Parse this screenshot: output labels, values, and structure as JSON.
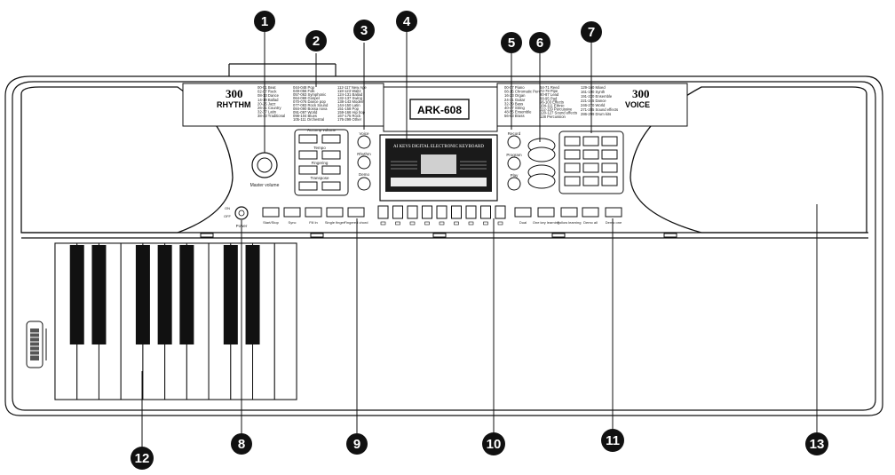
{
  "rhythm_panel": {
    "count": "300",
    "title": "RHYTHM",
    "list_col1": [
      "00-01 Beat",
      "02-07 Rock",
      "08-13 Dance",
      "14-19 Ballad",
      "20-25 Jazz",
      "26-31 Country",
      "32-37 Latin",
      "38-43 Traditional"
    ],
    "list_col2": [
      "044-048 Pop",
      "049-056 Folk",
      "057-063 Symphonic",
      "064-069 Gospel",
      "070-076 Dance pop",
      "077-083 Rock Sound",
      "084-090 Bossa nova",
      "091-097 World",
      "098-104 Blues",
      "105-111 Orchestral"
    ],
    "list_col3": [
      "112-117 New Age",
      "118-123 Waltz",
      "124-131 Ballad",
      "132-137 Swing",
      "138-143 Modern",
      "144-150 Latin",
      "151-158 Pop",
      "159-166 Hip hop",
      "167-175 Rock",
      "176-299 Other"
    ]
  },
  "voice_panel": {
    "count": "300",
    "title": "VOICE",
    "list_col1": [
      "00-07 Piano",
      "08-15 Chromatic Perc",
      "16-23 Organ",
      "24-31 Guitar",
      "32-39 Bass",
      "40-47 String",
      "48-55 Ensemble",
      "56-63 Brass"
    ],
    "list_col2": [
      "64-71 Reed",
      "72-79 Pipe",
      "80-87 Lead",
      "88-95 Pad",
      "96-103 Effects",
      "104-111 Ethnic",
      "112-119 Percussive",
      "120-127 Sound effects",
      "128 Percussion"
    ],
    "list_col3": [
      "129-160 Mixed",
      "161-190 Synth",
      "191-220 Ensemble",
      "221-245 Dance",
      "246-270 World",
      "271-285 Sound effects",
      "286-299 Drum kits"
    ]
  },
  "display": {
    "model": "ARK-608",
    "screen_title": "AI KEYS DIGITAL ELECTRONIC KEYBOARD"
  },
  "left_controls": {
    "master_volume_label": "Master volume",
    "accomp_volume_label": "Accomp volume",
    "tempo_label": "Tempo",
    "fingering_label": "Fingering",
    "transpose_label": "Transpose",
    "voice_label": "Voice",
    "rhythm_label": "Rhythm",
    "demo_label": "Demo"
  },
  "right_controls": {
    "record_label": "Record",
    "program_label": "Program",
    "play_label": "Play"
  },
  "power": {
    "label": "Power",
    "on": "ON",
    "off": "OFF"
  },
  "bottom_buttons": {
    "left": [
      "Start/Stop",
      "Sync",
      "Fill In",
      "Single finger",
      "Fingered chord"
    ],
    "right": [
      "Dual",
      "One key learning",
      "Follow learning",
      "Demo all",
      "Demo one"
    ]
  },
  "callouts": [
    "1",
    "2",
    "3",
    "4",
    "5",
    "6",
    "7",
    "8",
    "9",
    "10",
    "11",
    "12",
    "13"
  ],
  "colors": {
    "outline": "#111111",
    "callout_fill": "#111111",
    "callout_text": "#ffffff",
    "lcd": "#1a1a1a",
    "background": "#ffffff"
  }
}
